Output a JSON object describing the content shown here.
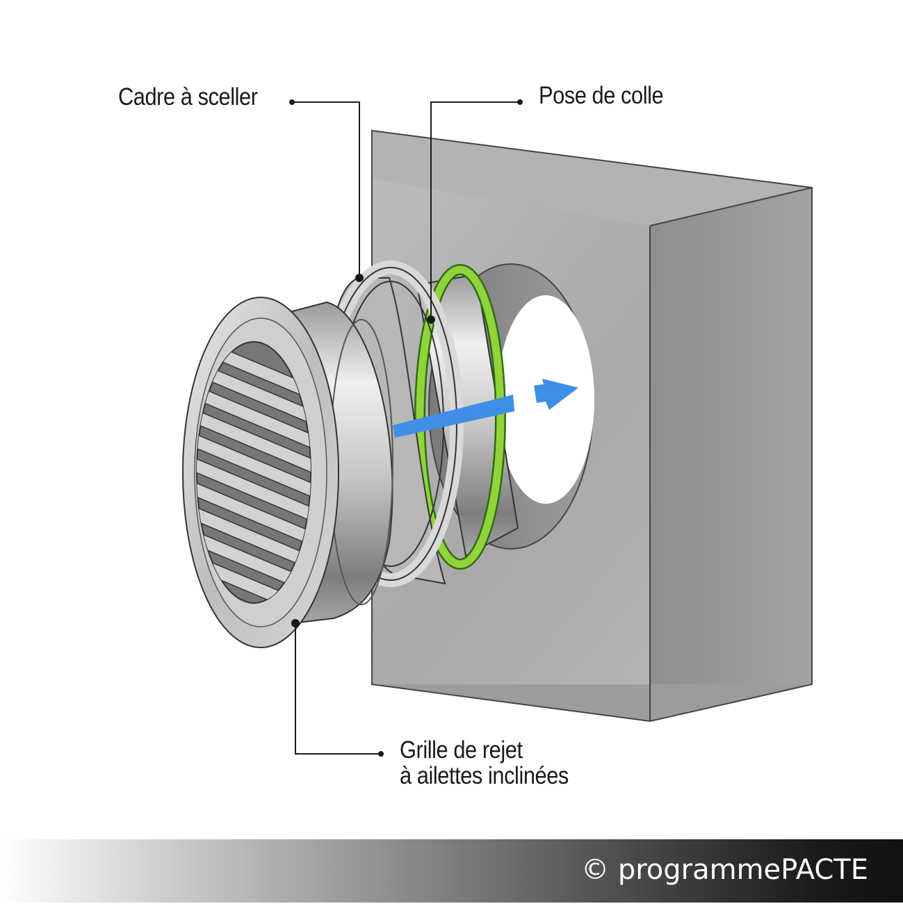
{
  "labels": {
    "cadre": "Cadre à sceller",
    "colle": "Pose de colle",
    "grille_line1": "Grille de rejet",
    "grille_line2": "à ailettes inclinées"
  },
  "footer": {
    "copyright": "© programmePACTE"
  },
  "colors": {
    "glue_ring": "#8fd43a",
    "airflow_arrow": "#3f8fe6",
    "leader_line": "#1a1a1a",
    "wall": "#a9a9a9",
    "metal": "#c9c9c9"
  }
}
